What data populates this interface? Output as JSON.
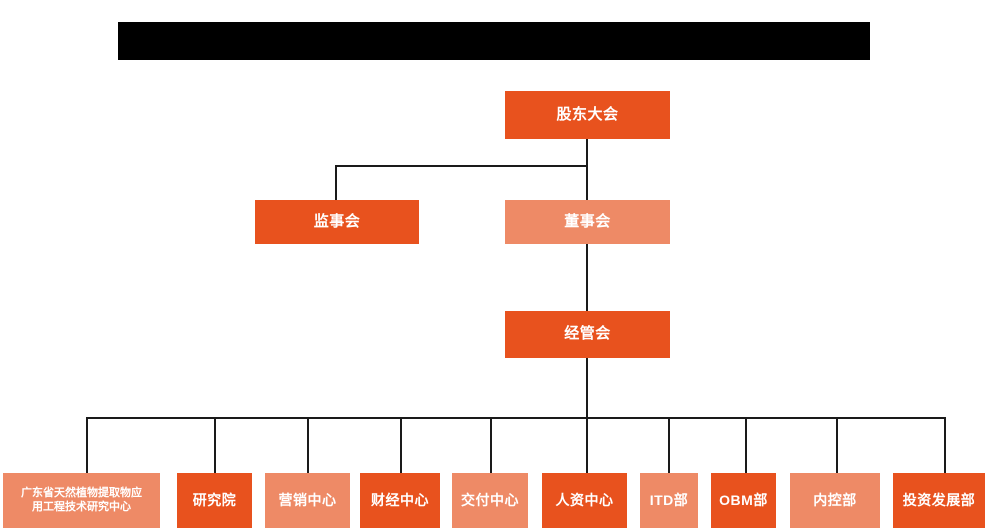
{
  "page": {
    "title_banner": {
      "name": "redacted-title-banner",
      "content": "",
      "color": "#000000"
    },
    "background_color": "#ffffff"
  },
  "colors": {
    "dark_orange": "#E8521E",
    "light_orange": "#EE8A66",
    "connector": "#1a1a1a",
    "label_text": "#ffffff"
  },
  "chart_data": {
    "type": "diagram",
    "diagram_kind": "organization-chart",
    "title": "",
    "levels": [
      {
        "level": 1,
        "nodes": [
          {
            "id": "shareholders",
            "label": "股东大会",
            "shade": "dark"
          }
        ]
      },
      {
        "level": 2,
        "nodes": [
          {
            "id": "supervisors",
            "label": "监事会",
            "shade": "dark"
          },
          {
            "id": "directors",
            "label": "董事会",
            "shade": "light"
          }
        ]
      },
      {
        "level": 3,
        "nodes": [
          {
            "id": "management",
            "label": "经管会",
            "shade": "dark"
          }
        ]
      },
      {
        "level": 4,
        "nodes": [
          {
            "id": "dept1",
            "label": "广东省天然植物提取物应用工程技术研究中心",
            "label_line1": "广东省天然植物提取物应",
            "label_line2": "用工程技术研究中心",
            "shade": "light"
          },
          {
            "id": "dept2",
            "label": "研究院",
            "shade": "dark"
          },
          {
            "id": "dept3",
            "label": "营销中心",
            "shade": "light"
          },
          {
            "id": "dept4",
            "label": "财经中心",
            "shade": "dark"
          },
          {
            "id": "dept5",
            "label": "交付中心",
            "shade": "light"
          },
          {
            "id": "dept6",
            "label": "人资中心",
            "shade": "dark"
          },
          {
            "id": "dept7",
            "label": "ITD部",
            "shade": "light"
          },
          {
            "id": "dept8",
            "label": "OBM部",
            "shade": "dark"
          },
          {
            "id": "dept9",
            "label": "内控部",
            "shade": "light"
          },
          {
            "id": "dept10",
            "label": "投资发展部",
            "shade": "dark"
          }
        ]
      }
    ],
    "edges": [
      {
        "from": "shareholders",
        "to": "supervisors"
      },
      {
        "from": "shareholders",
        "to": "directors"
      },
      {
        "from": "directors",
        "to": "management"
      },
      {
        "from": "management",
        "to": "dept1"
      },
      {
        "from": "management",
        "to": "dept2"
      },
      {
        "from": "management",
        "to": "dept3"
      },
      {
        "from": "management",
        "to": "dept4"
      },
      {
        "from": "management",
        "to": "dept5"
      },
      {
        "from": "management",
        "to": "dept6"
      },
      {
        "from": "management",
        "to": "dept7"
      },
      {
        "from": "management",
        "to": "dept8"
      },
      {
        "from": "management",
        "to": "dept9"
      },
      {
        "from": "management",
        "to": "dept10"
      }
    ]
  }
}
